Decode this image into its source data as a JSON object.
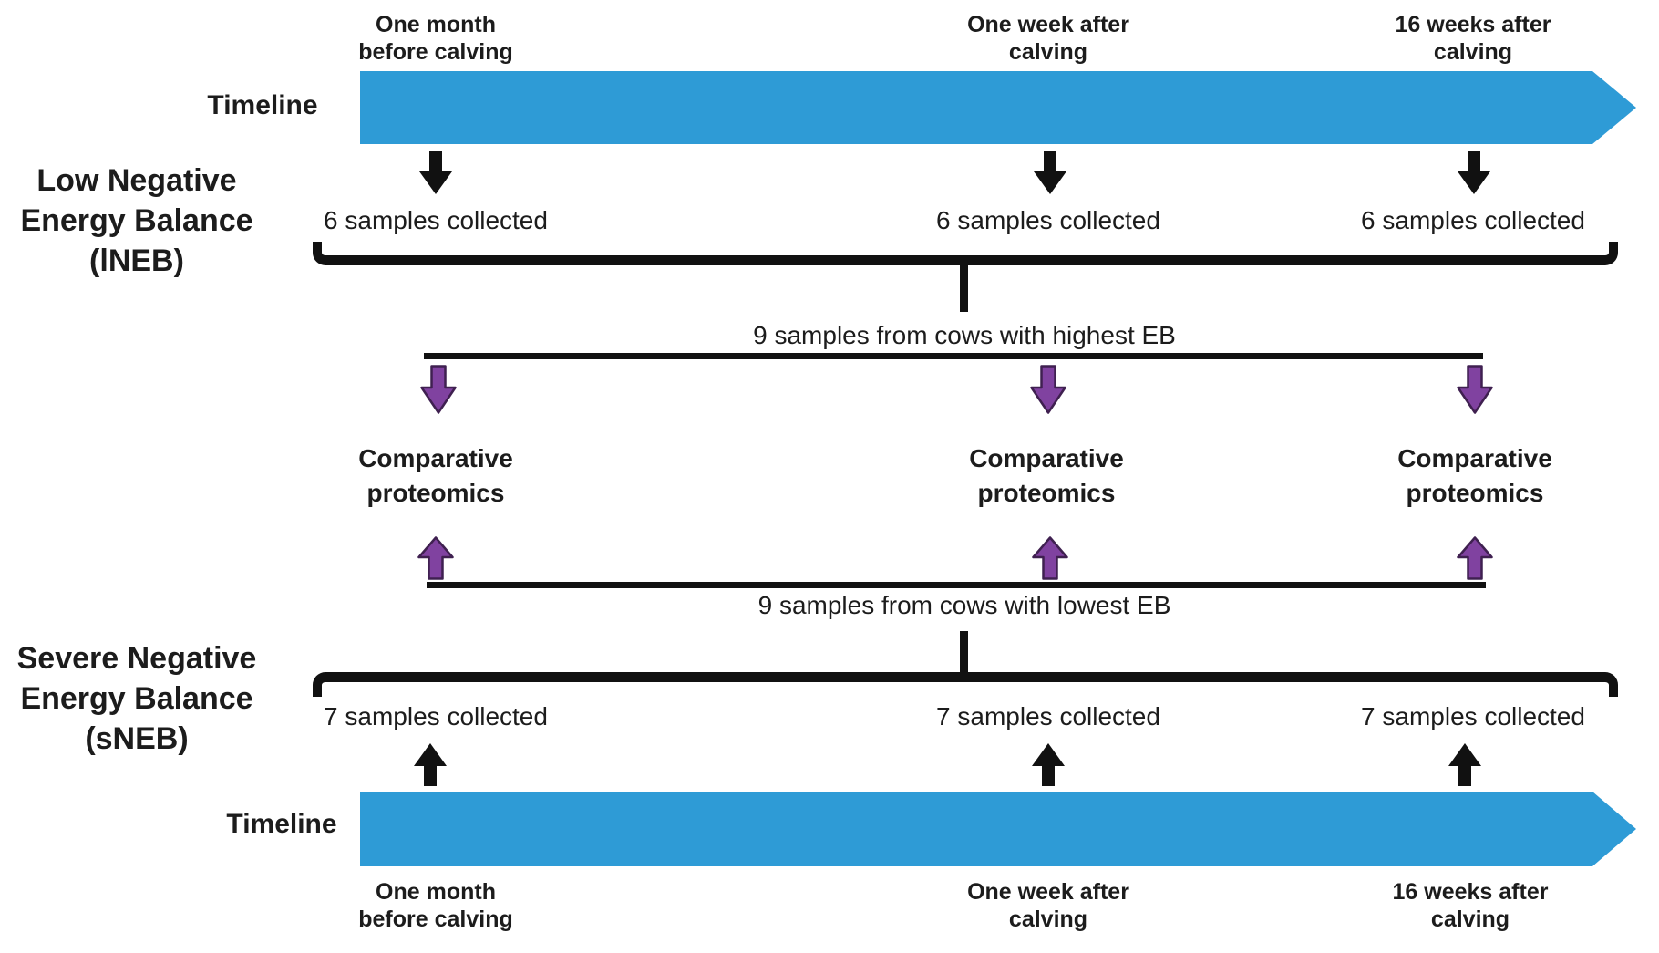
{
  "colors": {
    "timeline_blue": "#2E9BD6",
    "arrow_black": "#111111",
    "arrow_purple": "#8042A0",
    "arrow_purple_outline": "#3F2050",
    "text_dark": "#1C1C1C"
  },
  "lneb": {
    "group_label_line1": "Low Negative",
    "group_label_line2": "Energy Balance",
    "group_label_line3": "(lNEB)",
    "timeline_label": "Timeline",
    "time_points": [
      {
        "line1": "One month",
        "line2": "before calving"
      },
      {
        "line1": "One week after",
        "line2": "calving"
      },
      {
        "line1": "16 weeks after",
        "line2": "calving"
      }
    ],
    "samples": [
      "6 samples collected",
      "6 samples collected",
      "6 samples collected"
    ],
    "pooled_label": "9 samples from cows with highest EB"
  },
  "comparison": {
    "items": [
      {
        "line1": "Comparative",
        "line2": "proteomics"
      },
      {
        "line1": "Comparative",
        "line2": "proteomics"
      },
      {
        "line1": "Comparative",
        "line2": "proteomics"
      }
    ]
  },
  "sneb": {
    "group_label_line1": "Severe Negative",
    "group_label_line2": "Energy Balance",
    "group_label_line3": "(sNEB)",
    "timeline_label": "Timeline",
    "time_points": [
      {
        "line1": "One month",
        "line2": "before calving"
      },
      {
        "line1": "One week after",
        "line2": "calving"
      },
      {
        "line1": "16 weeks after",
        "line2": "calving"
      }
    ],
    "samples": [
      "7 samples collected",
      "7 samples collected",
      "7 samples collected"
    ],
    "pooled_label": "9 samples from cows with lowest EB"
  }
}
